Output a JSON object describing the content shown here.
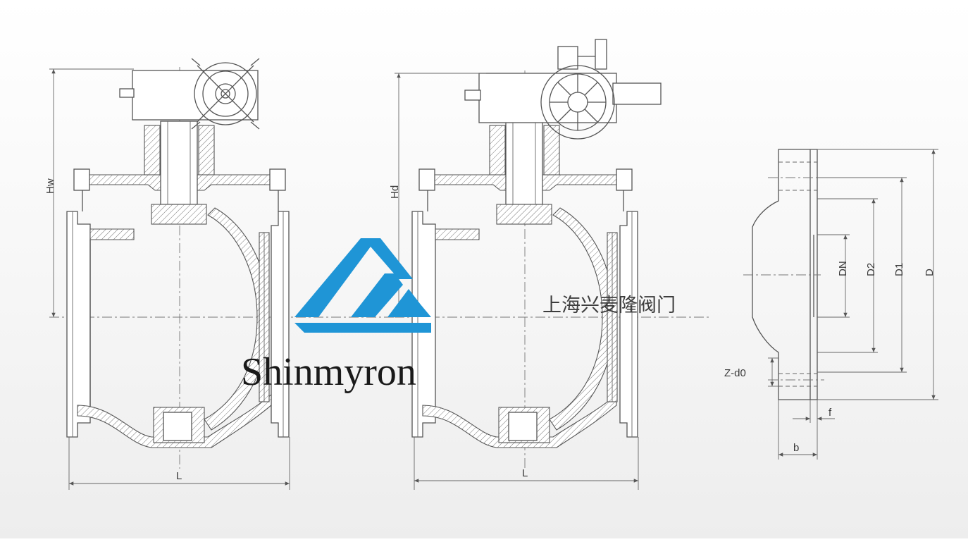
{
  "labels": {
    "hw": "Hw",
    "hd": "Hd",
    "l_left": "L",
    "l_right": "L",
    "dn": "DN",
    "d2": "D2",
    "d1": "D1",
    "d": "D",
    "z_d0": "Z-d0",
    "f": "f",
    "b": "b"
  },
  "watermark": {
    "brand": "Shinmyron",
    "company_cn": "上海兴麦隆阀门"
  },
  "colors": {
    "line": "#555555",
    "logo_blue": "#1f95d6"
  }
}
